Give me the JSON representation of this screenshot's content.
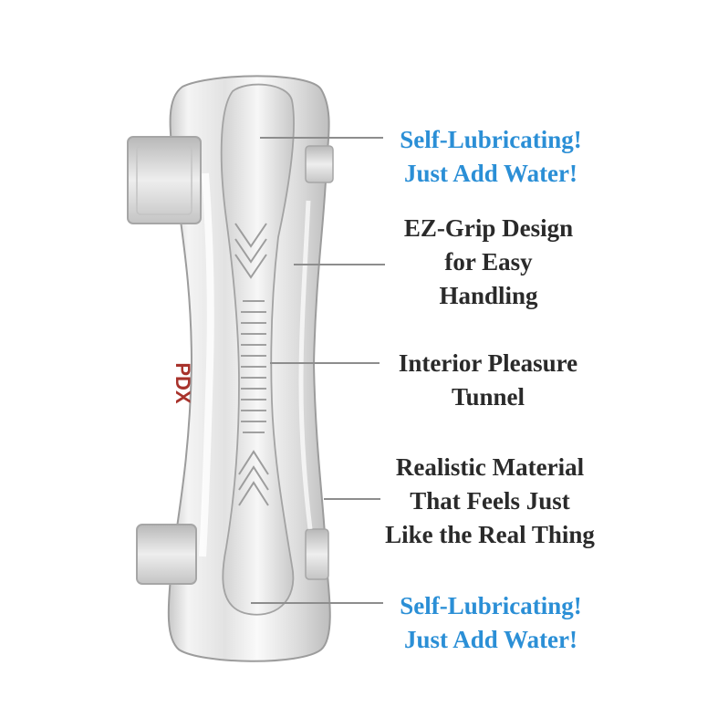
{
  "colors": {
    "highlight_text": "#2b8fd6",
    "body_text": "#2a2a2a",
    "leader_line": "#8d8d8d",
    "brand_mark": "#a8322b"
  },
  "product": {
    "description_icon": "clear-stroker-product-image",
    "brand_mark_text": "PDX"
  },
  "callouts": [
    {
      "id": "top",
      "style": "blue",
      "lines": [
        "Self-Lubricating!",
        "Just Add Water!"
      ]
    },
    {
      "id": "grip",
      "style": "dark",
      "lines": [
        "EZ-Grip Design",
        "for Easy",
        "Handling"
      ]
    },
    {
      "id": "tunnel",
      "style": "dark",
      "lines": [
        "Interior Pleasure",
        "Tunnel"
      ]
    },
    {
      "id": "material",
      "style": "dark",
      "lines": [
        "Realistic Material",
        "That Feels Just",
        "Like the Real Thing"
      ]
    },
    {
      "id": "bottom",
      "style": "blue",
      "lines": [
        "Self-Lubricating!",
        "Just Add Water!"
      ]
    }
  ]
}
